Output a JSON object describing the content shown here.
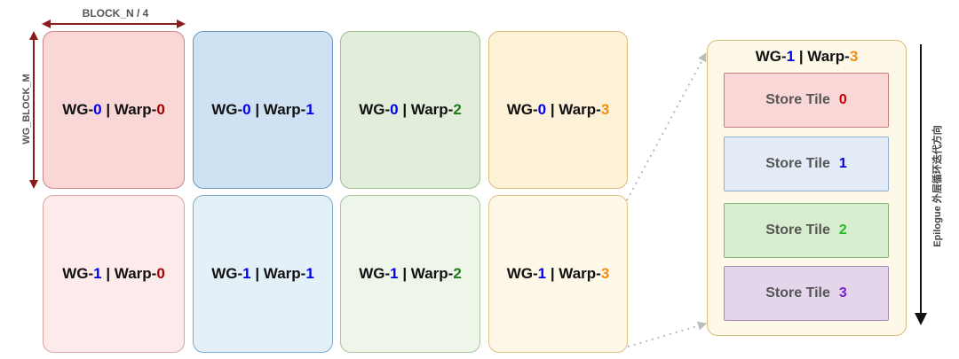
{
  "dim_labels": {
    "block_n": "BLOCK_N  / 4",
    "wg_block_m": "WG_BLOCK_M",
    "epilogue": "Epilogue 外层循环迭代方向"
  },
  "colors": {
    "wg_num": "#0000ee",
    "warp0": "#a80000",
    "warp1": "#0000ee",
    "warp2": "#1e7a1e",
    "warp3": "#f28c0f",
    "store0": "#cc0000",
    "store1": "#0000cc",
    "store2": "#22bb22",
    "store3": "#7722cc"
  },
  "grid": {
    "prefix_wg": "WG-",
    "separator": " | ",
    "prefix_warp": "Warp-",
    "row0": [
      {
        "wg": "0",
        "warp": "0"
      },
      {
        "wg": "0",
        "warp": "1"
      },
      {
        "wg": "0",
        "warp": "2"
      },
      {
        "wg": "0",
        "warp": "3"
      }
    ],
    "row1": [
      {
        "wg": "1",
        "warp": "0"
      },
      {
        "wg": "1",
        "warp": "1"
      },
      {
        "wg": "1",
        "warp": "2"
      },
      {
        "wg": "1",
        "warp": "3"
      }
    ]
  },
  "zoom_panel": {
    "wg": "1",
    "warp": "3",
    "store_label": "Store Tile",
    "stores": [
      "0",
      "1",
      "2",
      "3"
    ]
  }
}
